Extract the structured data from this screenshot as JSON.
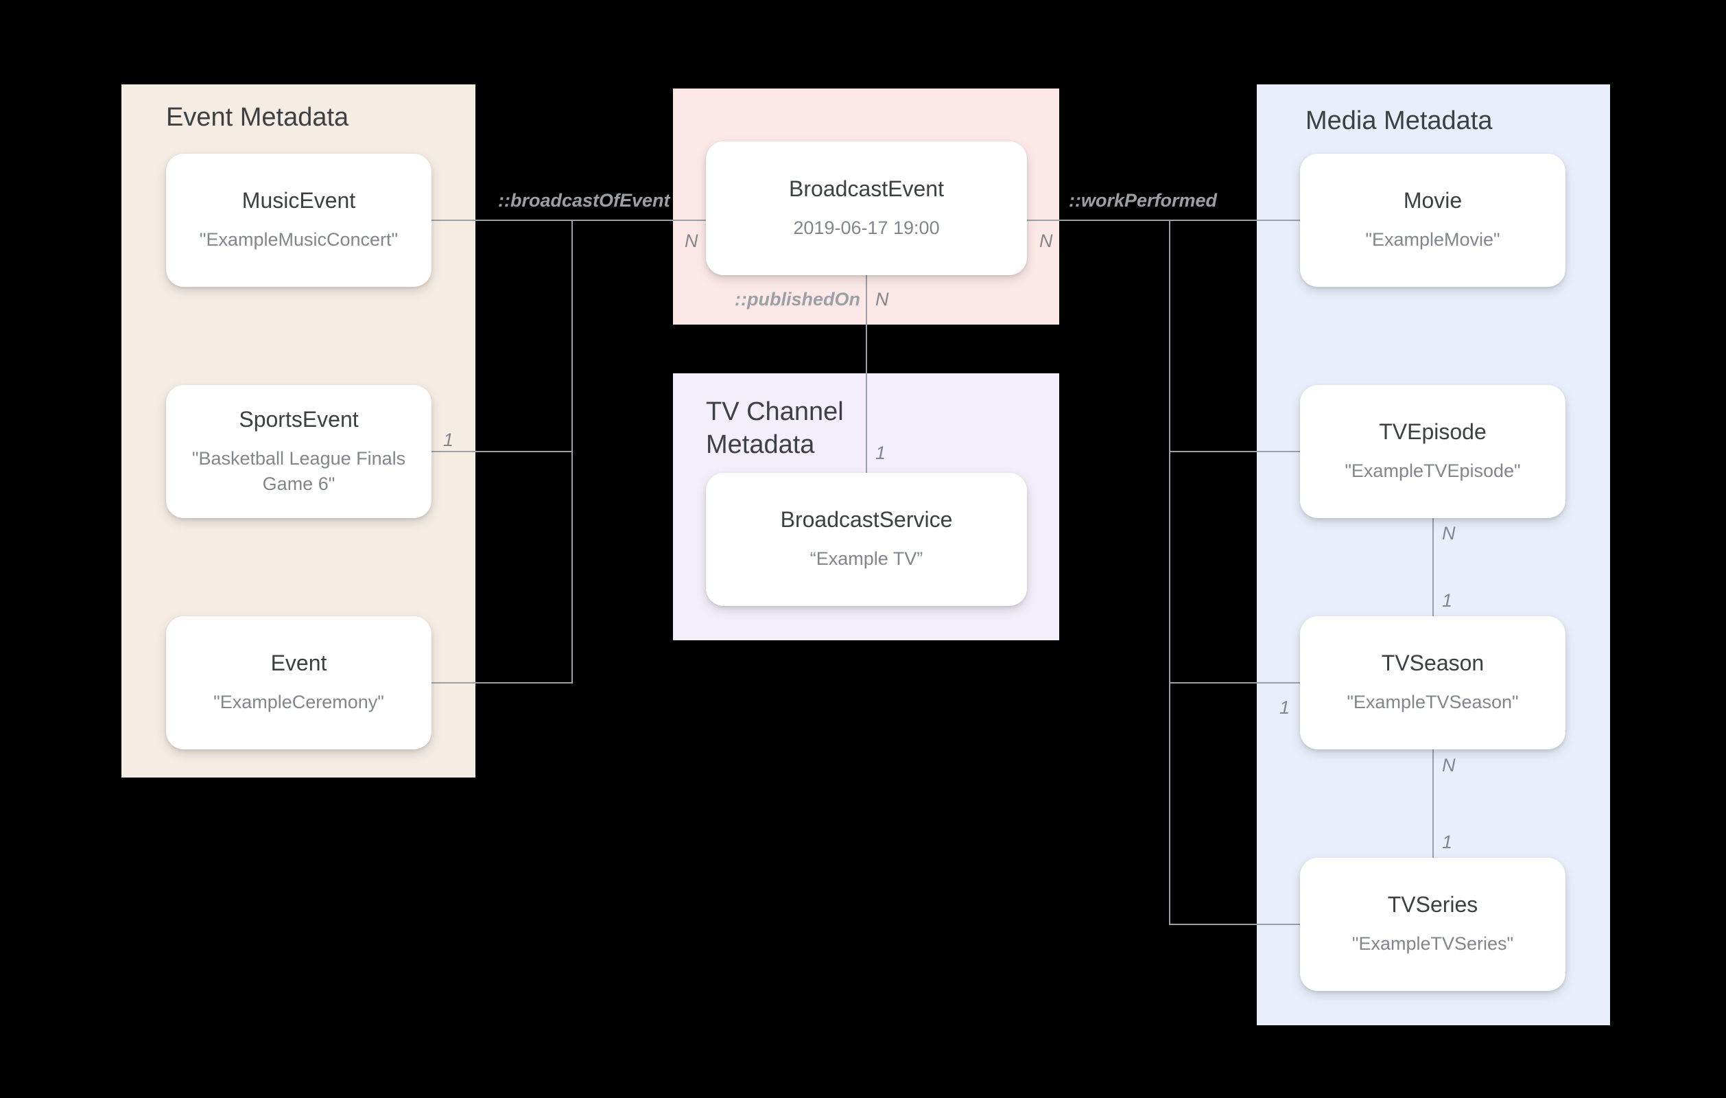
{
  "diagram": {
    "event_panel": {
      "title": "Event Metadata",
      "cards": {
        "music_event": {
          "title": "MusicEvent",
          "value": "\"ExampleMusicConcert\""
        },
        "sports_event": {
          "title": "SportsEvent",
          "value": "\"Basketball League Finals Game 6\""
        },
        "event": {
          "title": "Event",
          "value": "\"ExampleCeremony\""
        }
      }
    },
    "broadcast_panel": {
      "card": {
        "title": "BroadcastEvent",
        "value": "2019-06-17 19:00"
      }
    },
    "tv_channel_panel": {
      "title": "TV Channel Metadata",
      "card": {
        "title": "BroadcastService",
        "value": "“Example TV”"
      }
    },
    "media_panel": {
      "title": "Media Metadata",
      "cards": {
        "movie": {
          "title": "Movie",
          "value": "\"ExampleMovie\""
        },
        "tv_episode": {
          "title": "TVEpisode",
          "value": "\"ExampleTVEpisode\""
        },
        "tv_season": {
          "title": "TVSeason",
          "value": "\"ExampleTVSeason\""
        },
        "tv_series": {
          "title": "TVSeries",
          "value": "\"ExampleTVSeries\""
        }
      }
    },
    "relations": {
      "broadcast_of_event": {
        "label": "::broadcastOfEvent",
        "n": "N",
        "sports_one": "1"
      },
      "published_on": {
        "label": "::publishedOn",
        "n": "N",
        "one": "1"
      },
      "work_performed": {
        "label": "::workPerformed",
        "n": "N",
        "season_one": "1"
      },
      "episode_season": {
        "n": "N",
        "one": "1"
      },
      "season_series": {
        "n": "N",
        "one": "1"
      }
    },
    "colors": {
      "background": "#000000",
      "event_panel": "#f5ece4",
      "broadcast_panel": "#fce9e7",
      "tv_channel_panel": "#f4eefb",
      "media_panel": "#e8effb",
      "card": "#ffffff",
      "line": "#9aa0a6",
      "title_text": "#3c4043",
      "value_text": "#80868b"
    }
  }
}
